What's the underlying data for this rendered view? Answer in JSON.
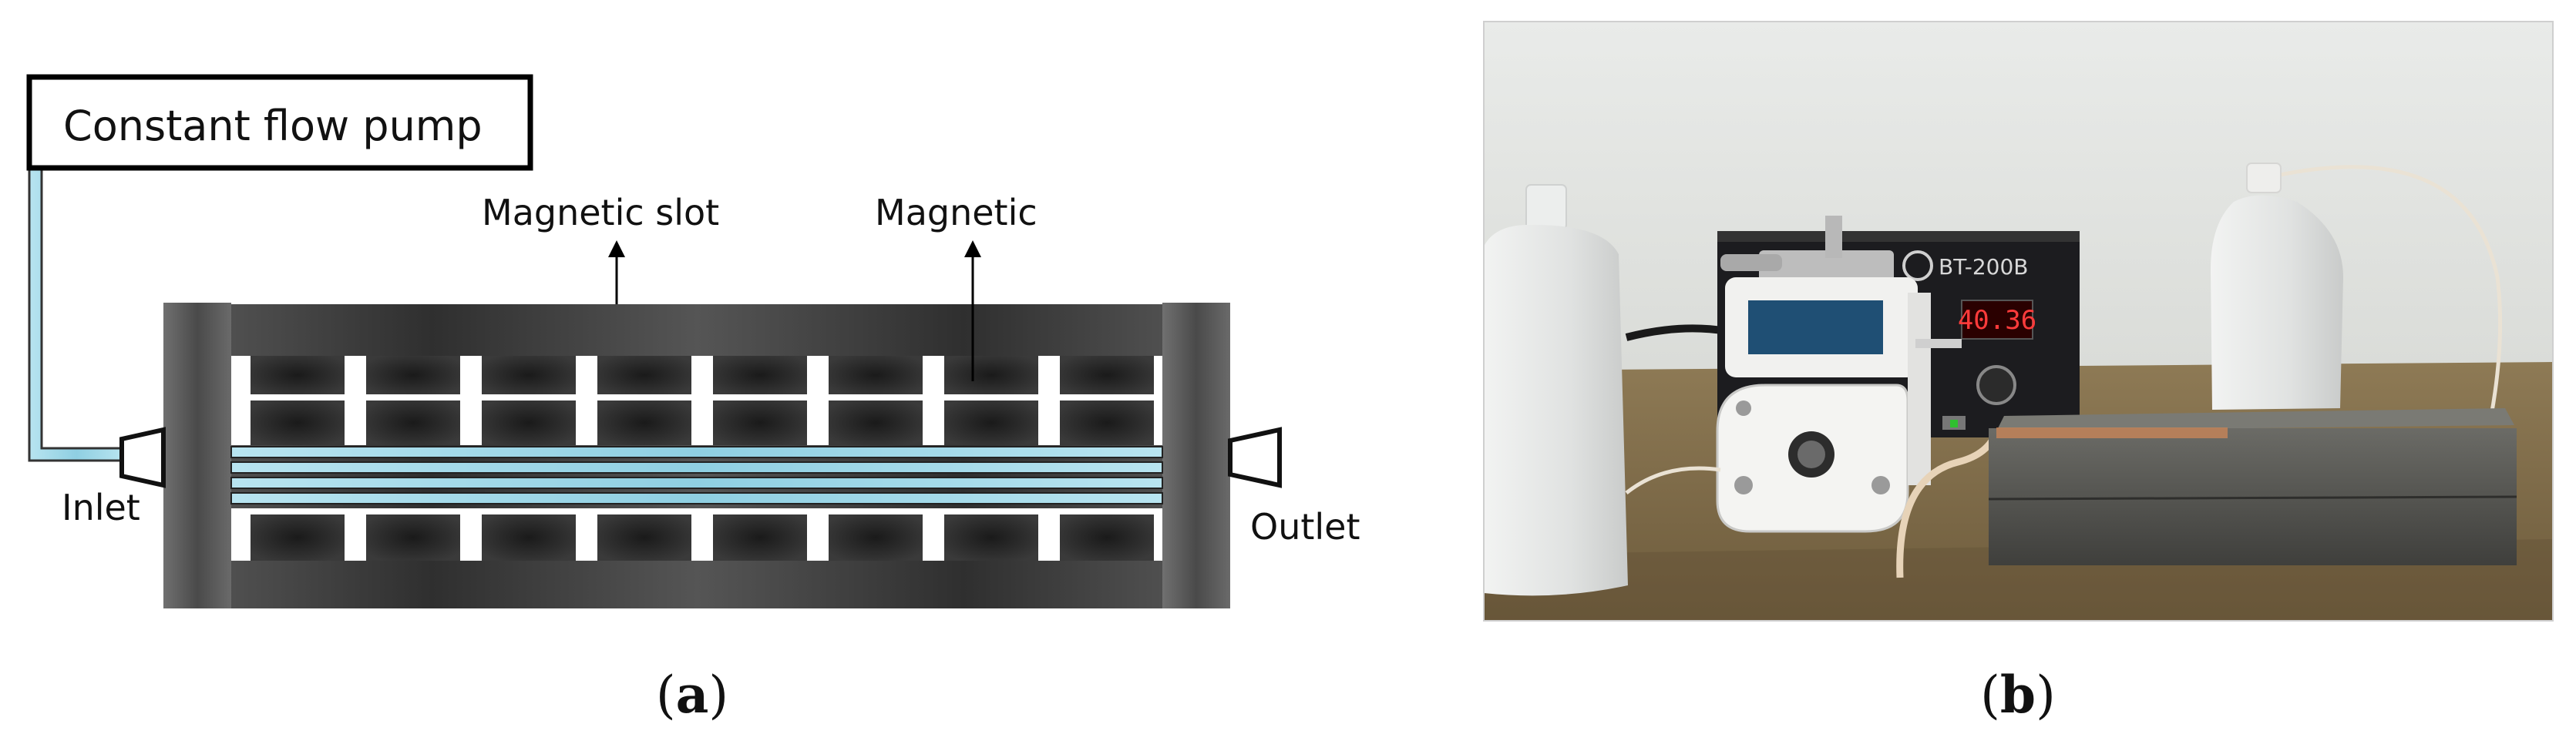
{
  "figure_a": {
    "pump_label": "Constant flow pump",
    "slot_label": "Magnetic slot",
    "magnet_label": "Magnetic",
    "inlet_label": "Inlet",
    "outlet_label": "Outlet",
    "caption_open": "(",
    "caption_letter": "a",
    "caption_close": ")"
  },
  "figure_b": {
    "pump_display": "40.36",
    "pump_model": "BT-200B",
    "caption_open": "(",
    "caption_letter": "b",
    "caption_close": ")"
  },
  "colors": {
    "frame_dark": "#3c3c3c",
    "frame_mid": "#6e6e6e",
    "tube_blue": "#a8dcea",
    "display_red": "#ff3b3b"
  }
}
